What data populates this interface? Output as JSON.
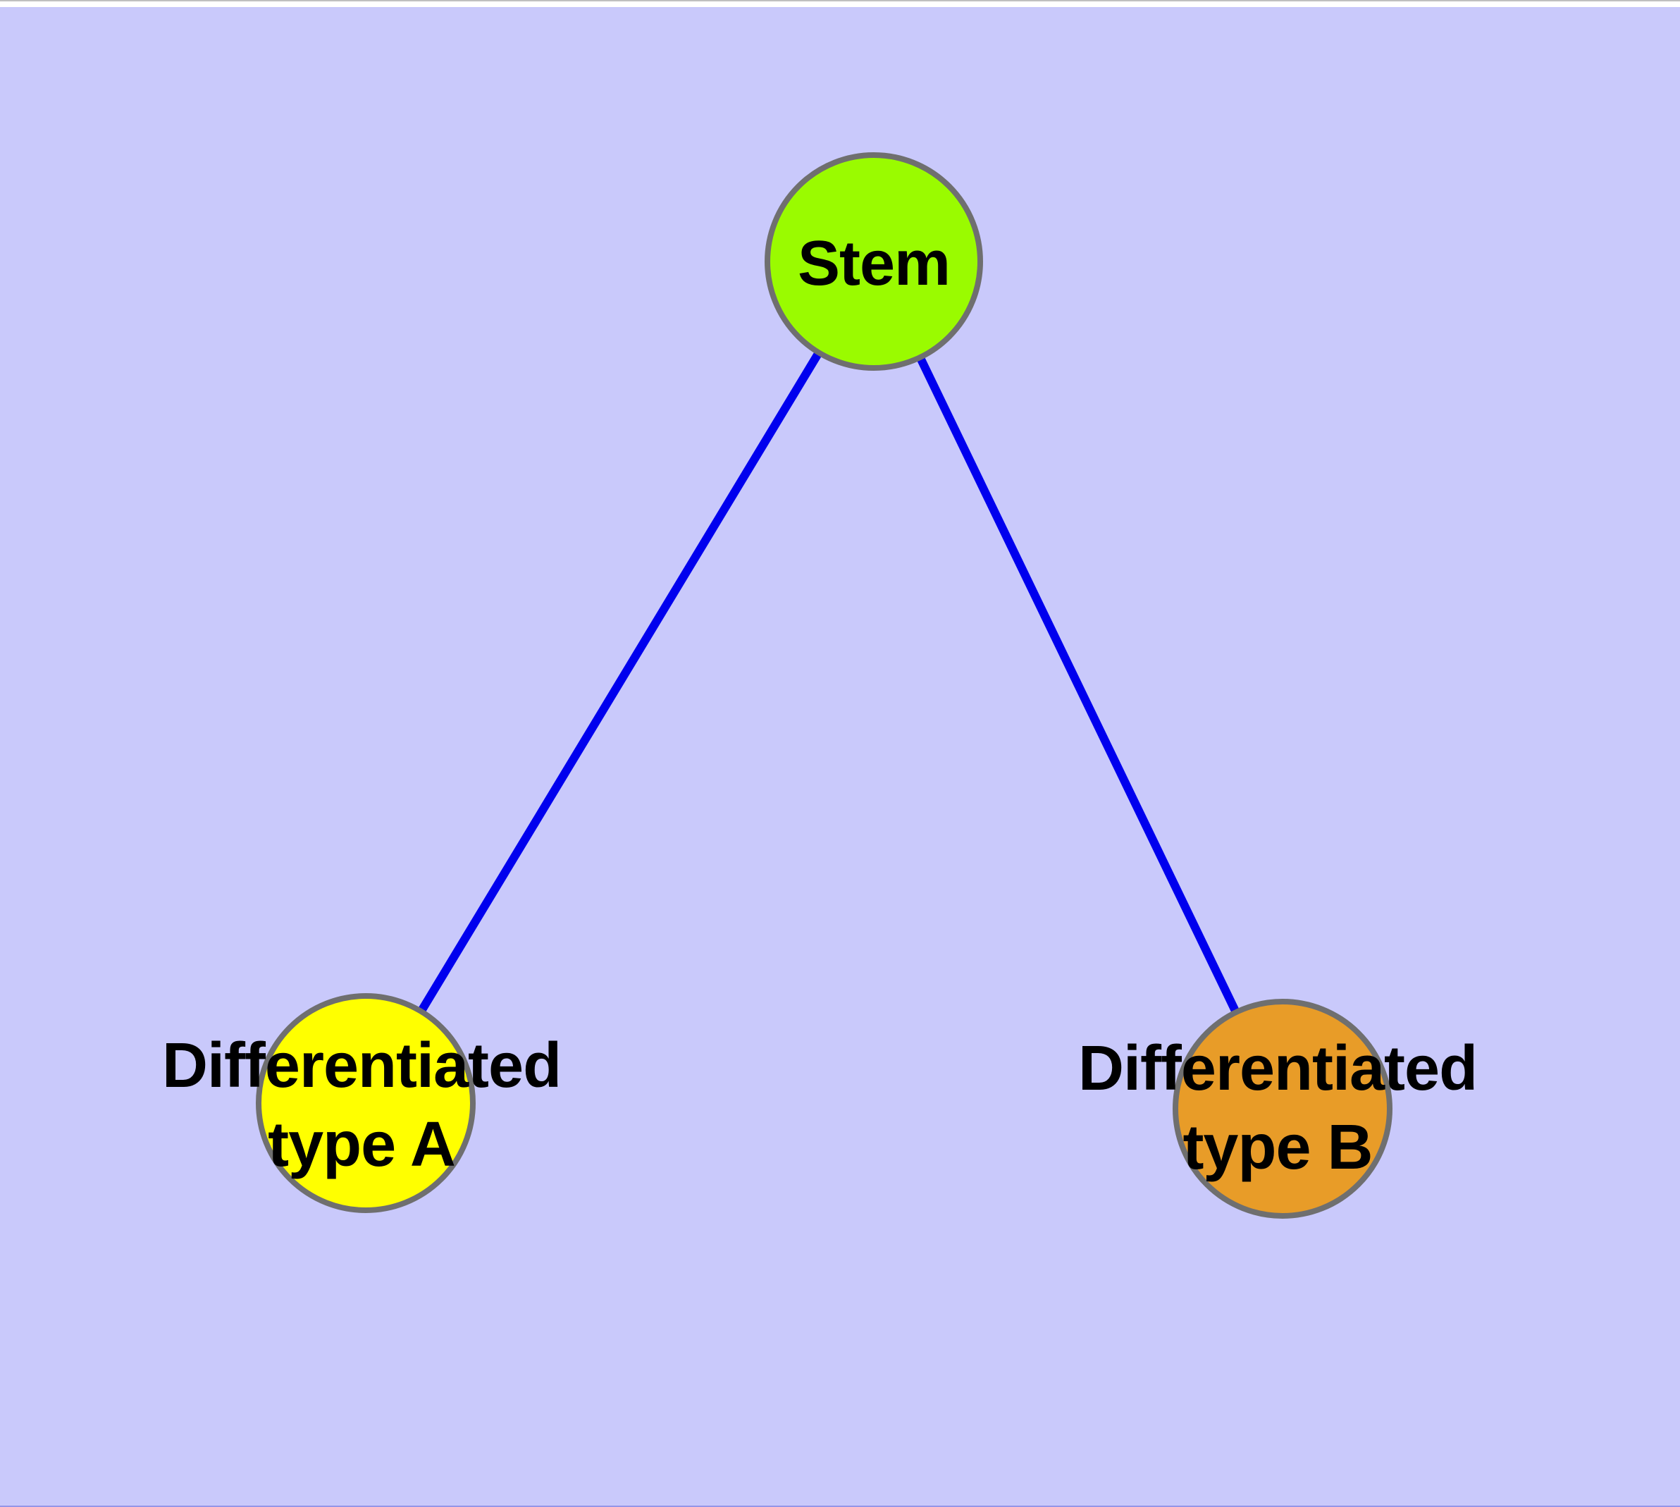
{
  "diagram": {
    "type": "node-link-tree",
    "nodes": [
      {
        "id": "stem",
        "label": "Stem",
        "line1": "Stem",
        "line2": "",
        "fill": "#9AFB00",
        "shape": "circle"
      },
      {
        "id": "differentiated-type-a",
        "label": "Differentiated type A",
        "line1": "Differentiated",
        "line2": "type A",
        "fill": "#FFFF00",
        "shape": "circle"
      },
      {
        "id": "differentiated-type-b",
        "label": "Differentiated type B",
        "line1": "Differentiated",
        "line2": "type B",
        "fill": "#E89C28",
        "shape": "circle"
      }
    ],
    "edges": [
      {
        "from": "stem",
        "to": "differentiated-type-a"
      },
      {
        "from": "stem",
        "to": "differentiated-type-b"
      }
    ]
  },
  "theme": {
    "canvas-bg": "#C9C9FB",
    "top-strip": "#FFFFFF",
    "top-hairline": "#BFBFBF",
    "bottom-hairline": "#9595E8",
    "edge-color": "#0000EE",
    "node-stroke": "#6F6F6F",
    "text-color": "#000000"
  }
}
